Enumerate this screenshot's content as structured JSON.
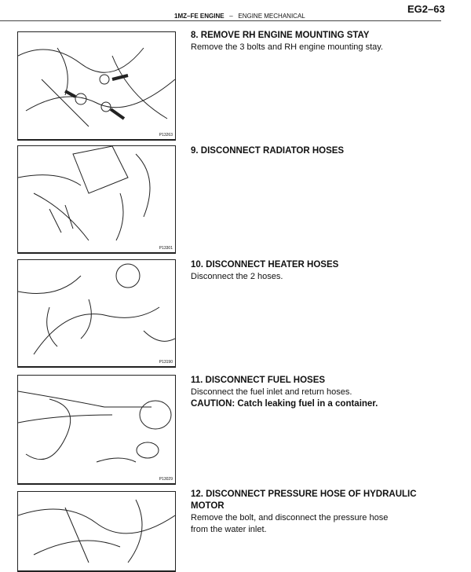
{
  "header": {
    "section": "1MZ–FE ENGINE",
    "separator": "–",
    "chapter": "ENGINE MECHANICAL",
    "page": "EG2–63"
  },
  "steps": [
    {
      "title": "8. REMOVE RH ENGINE MOUNTING STAY",
      "lines": [
        "Remove the 3 bolts and RH engine mounting stay."
      ],
      "figure": "P13263"
    },
    {
      "title": "9. DISCONNECT RADIATOR HOSES",
      "lines": [],
      "figure": "P13301"
    },
    {
      "title": "10. DISCONNECT HEATER HOSES",
      "lines": [
        "Disconnect the 2 hoses."
      ],
      "figure": "P13190"
    },
    {
      "title": "11. DISCONNECT FUEL HOSES",
      "lines": [
        "Disconnect the fuel inlet and return hoses."
      ],
      "caution": "CAUTION: Catch leaking fuel in a container.",
      "figure": "P13029"
    },
    {
      "title": "12. DISCONNECT PRESSURE HOSE OF HYDRAULIC MOTOR",
      "lines": [
        "Remove the bolt, and disconnect the pressure hose",
        "from the water inlet."
      ]
    }
  ]
}
